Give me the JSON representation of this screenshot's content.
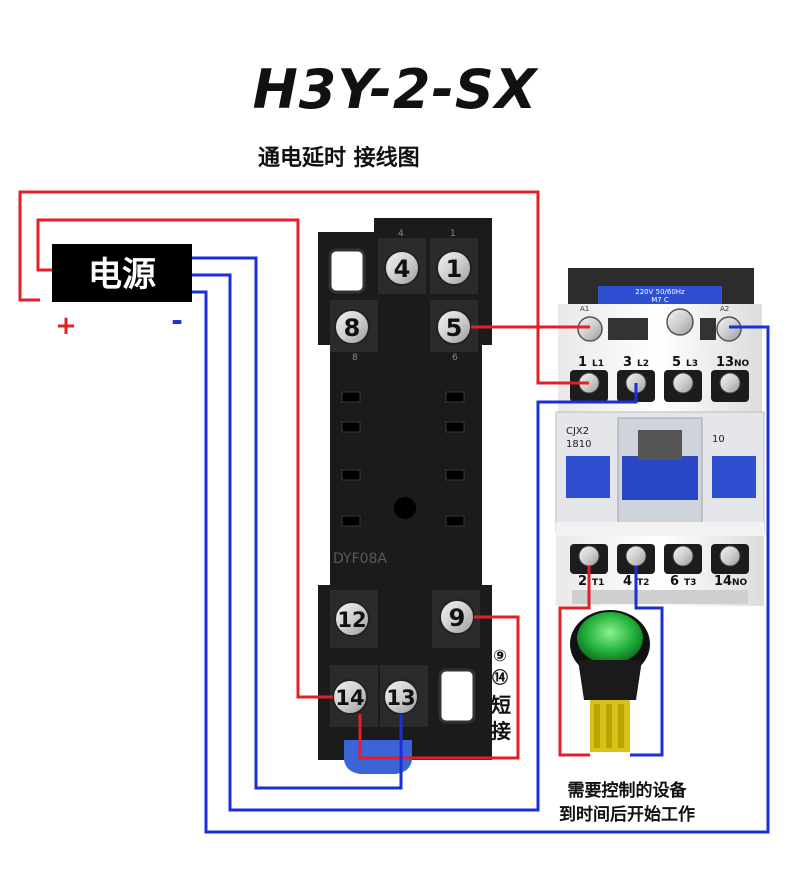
{
  "title": "H3Y-2-SX",
  "subtitle": "通电延时 接线图",
  "power_supply": {
    "label": "电源",
    "plus": "+",
    "minus": "-"
  },
  "relay_base": {
    "model": "DYF08A",
    "terminals": [
      "4",
      "1",
      "8",
      "5",
      "12",
      "9",
      "14",
      "13"
    ],
    "small_top_labels": [
      "4",
      "1"
    ],
    "small_mid_labels": [
      "8",
      "6"
    ]
  },
  "short_note": {
    "a": "⑨",
    "b": "⑭",
    "c": "短",
    "d": "接"
  },
  "contactor": {
    "rating": "220V 50/60Hz",
    "sub": "M7        C",
    "model_a": "CJX2",
    "model_b": "1810",
    "side": "10",
    "coil_a": "A1",
    "coil_b": "A2",
    "top_terminals": [
      {
        "num": "1",
        "tag": "L1"
      },
      {
        "num": "3",
        "tag": "L2"
      },
      {
        "num": "5",
        "tag": "L3"
      },
      {
        "num": "13",
        "tag": "NO"
      }
    ],
    "bottom_terminals": [
      {
        "num": "2",
        "tag": "T1"
      },
      {
        "num": "4",
        "tag": "T2"
      },
      {
        "num": "6",
        "tag": "T3"
      },
      {
        "num": "14",
        "tag": "NO"
      }
    ]
  },
  "device_caption": {
    "line1": "需要控制的设备",
    "line2": "到时间后开始工作"
  },
  "colors": {
    "red_wire": "#e2202a",
    "blue_wire": "#1c2fd6",
    "base": "#1b1b1b",
    "contactor_blue": "#2d4fd0",
    "lamp_green": "#1f9e36"
  }
}
